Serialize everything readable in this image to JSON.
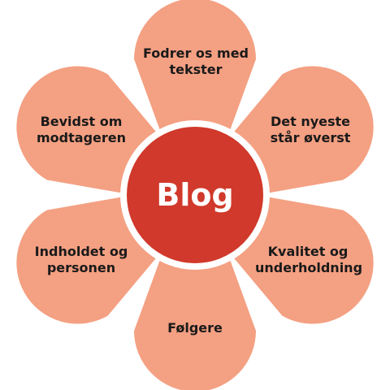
{
  "colors": {
    "petal_fill": "#F4A082",
    "petal_stroke": "#ffffff",
    "center_fill": "#D0392B",
    "center_stroke": "#ffffff"
  },
  "center": {
    "label": "Blog"
  },
  "petals": [
    {
      "label": "Fodrer os med\ntekster"
    },
    {
      "label": "Det nyeste\nstår øverst"
    },
    {
      "label": "Kvalitet og\nunderholdning"
    },
    {
      "label": "Følgere"
    },
    {
      "label": "Indholdet og\npersonen"
    },
    {
      "label": "Bevidst om\nmodtageren"
    }
  ]
}
